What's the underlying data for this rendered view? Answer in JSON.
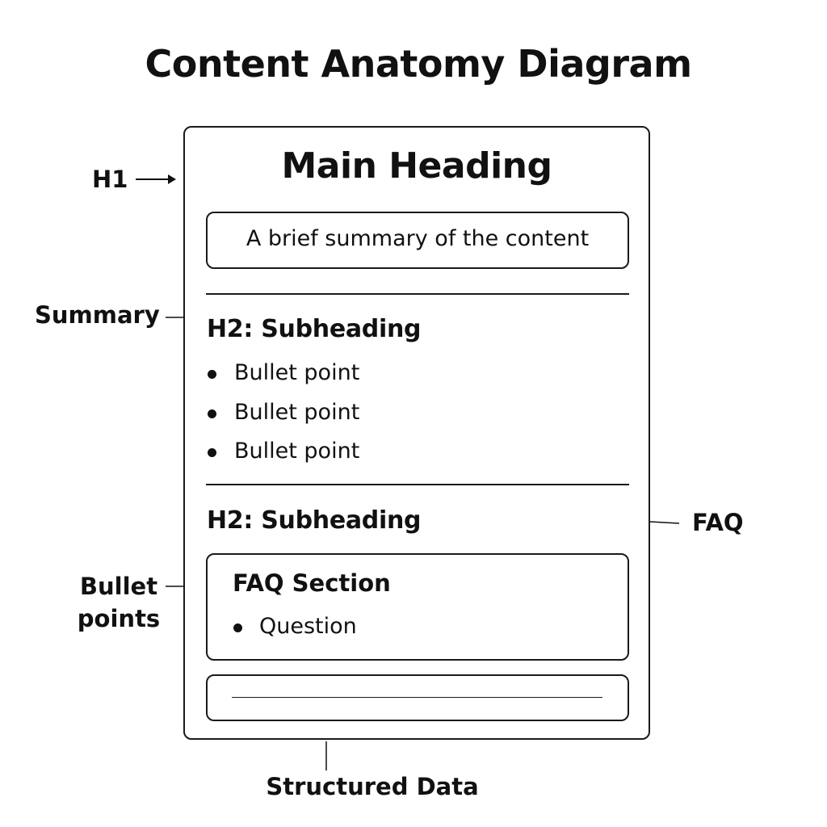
{
  "diagram": {
    "title": "Content Anatomy Diagram",
    "page": {
      "main_heading": "Main Heading",
      "summary_text": "A brief summary of the content",
      "section_1": {
        "subheading": "H2: Subheading",
        "bullets": [
          "Bullet point",
          "Bullet point",
          "Bullet point"
        ]
      },
      "section_2": {
        "subheading": "H2: Subheading",
        "faq_title": "FAQ Section",
        "faq_item": "Question"
      }
    },
    "callouts": {
      "h1": "H1",
      "summary": "Summary",
      "bullet_points": "Bullet points",
      "faq": "FAQ",
      "structured_data": "Structured Data"
    }
  }
}
